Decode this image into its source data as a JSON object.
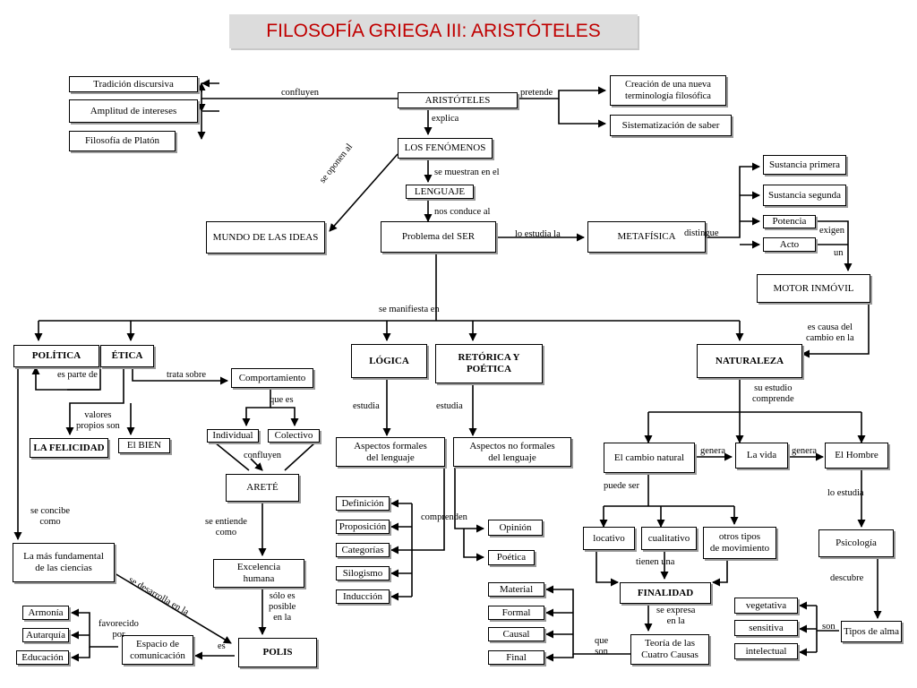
{
  "title": "FILOSOFÍA GRIEGA III: ARISTÓTELES",
  "nodes": {
    "tradicion": "Tradición discursiva",
    "amplitud": "Amplitud de intereses",
    "platon": "Filosofía de Platón",
    "aristoteles": "ARISTÓTELES",
    "creacion": "Creación  de una nueva\nterminología filosófica",
    "sistematizacion": "Sistematización de saber",
    "fenomenos": "LOS FENÓMENOS",
    "lenguaje": "LENGUAJE",
    "mundo_ideas": "MUNDO DE LAS IDEAS",
    "problema_ser": "Problema del SER",
    "metafisica": "METAFÍSICA",
    "sustancia_primera": "Sustancia primera",
    "sustancia_segunda": "Sustancia segunda",
    "potencia": "Potencia",
    "acto": "Acto",
    "motor": "MOTOR INMÓVIL",
    "politica": "POLÍTICA",
    "etica": "ÉTICA",
    "logica": "LÓGICA",
    "retorica": "RETÓRICA Y\nPOÉTICA",
    "naturaleza": "NATURALEZA",
    "comportamiento": "Comportamiento",
    "individual": "Individual",
    "colectivo": "Colectivo",
    "felicidad": "LA FELICIDAD",
    "bien": "El BIEN",
    "arete": "ARETÉ",
    "excelencia": "Excelencia\nhumana",
    "fundamental": "La más fundamental\nde las ciencias",
    "polis": "POLIS",
    "espacio": "Espacio de\ncomunicación",
    "armonia": "Armonía",
    "autarquia": "Autarquía",
    "educacion": "Educación",
    "formales": "Aspectos formales\ndel lenguaje",
    "no_formales": "Aspectos no formales\ndel lenguaje",
    "definicion": "Definición",
    "proposicion": "Proposición",
    "categorias": "Categorías",
    "silogismo": "Silogismo",
    "induccion": "Inducción",
    "oratoria": "Opinión",
    "poetica": "Poética",
    "cambio": "El cambio natural",
    "vida": "La vida",
    "hombre": "El Hombre",
    "locativo": "locativo",
    "cualitativo": "cualitativo",
    "otros": "otros tipos\nde movimiento",
    "finalidad": "FINALIDAD",
    "teoria": "Teoría de las\nCuatro Causas",
    "material": "Material",
    "formal": "Formal",
    "causal": "Causal",
    "final": "Final",
    "psicologia": "Psicología",
    "tipos_alma": "Tipos de alma",
    "vegetativa": "vegetativa",
    "sensitiva": "sensitiva",
    "intelectual": "intelectual"
  },
  "links": {
    "confluyen": "confluyen",
    "pretende": "pretende",
    "explica": "explica",
    "se_oponen": "se oponen al",
    "se_muestran": "se muestran en el",
    "nos_conduce": "nos conduce al",
    "lo_estudia_la": "lo estudia la",
    "distingue": "distingue",
    "exigen": "exigen",
    "un": "un",
    "causa": "es causa del\ncambio en la",
    "se_manifiesta": "se manifiesta  en",
    "es_parte": "es parte de",
    "trata": "trata sobre",
    "valores": "valores\npropios son",
    "que_es": "que es",
    "confluyen2": "confluyen",
    "se_entiende": "se entiende\ncomo",
    "se_concibe": "se concibe\ncomo",
    "se_desarrolla": "se desarrolla en la",
    "solo_es": "sólo es\nposible\nen la",
    "es": "es",
    "favorecido": "favorecido\npor",
    "estudia1": "estudia",
    "estudia2": "estudia",
    "comprenden": "comprenden",
    "su_estudio": "su estudio\ncomprende",
    "genera1": "genera",
    "genera2": "genera",
    "puede_ser": "puede ser",
    "tienen_una": "tienen una",
    "se_expresa": "se expresa\nen la",
    "que_son": "que\nson",
    "lo_estudia": "lo estudia",
    "descubre": "descubre",
    "son": "son"
  }
}
